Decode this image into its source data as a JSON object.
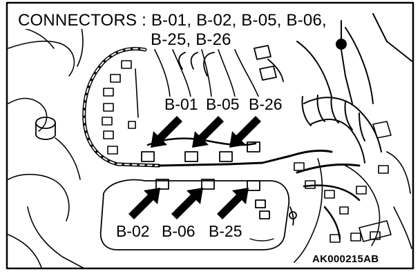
{
  "title": {
    "line1": "CONNECTORS : B-01, B-02, B-05, B-06,",
    "line2": "B-25, B-26"
  },
  "callouts_top": [
    "B-01",
    "B-05",
    "B-26"
  ],
  "callouts_bottom": [
    "B-02",
    "B-06",
    "B-25"
  ],
  "figure_code": "AK000215AB"
}
